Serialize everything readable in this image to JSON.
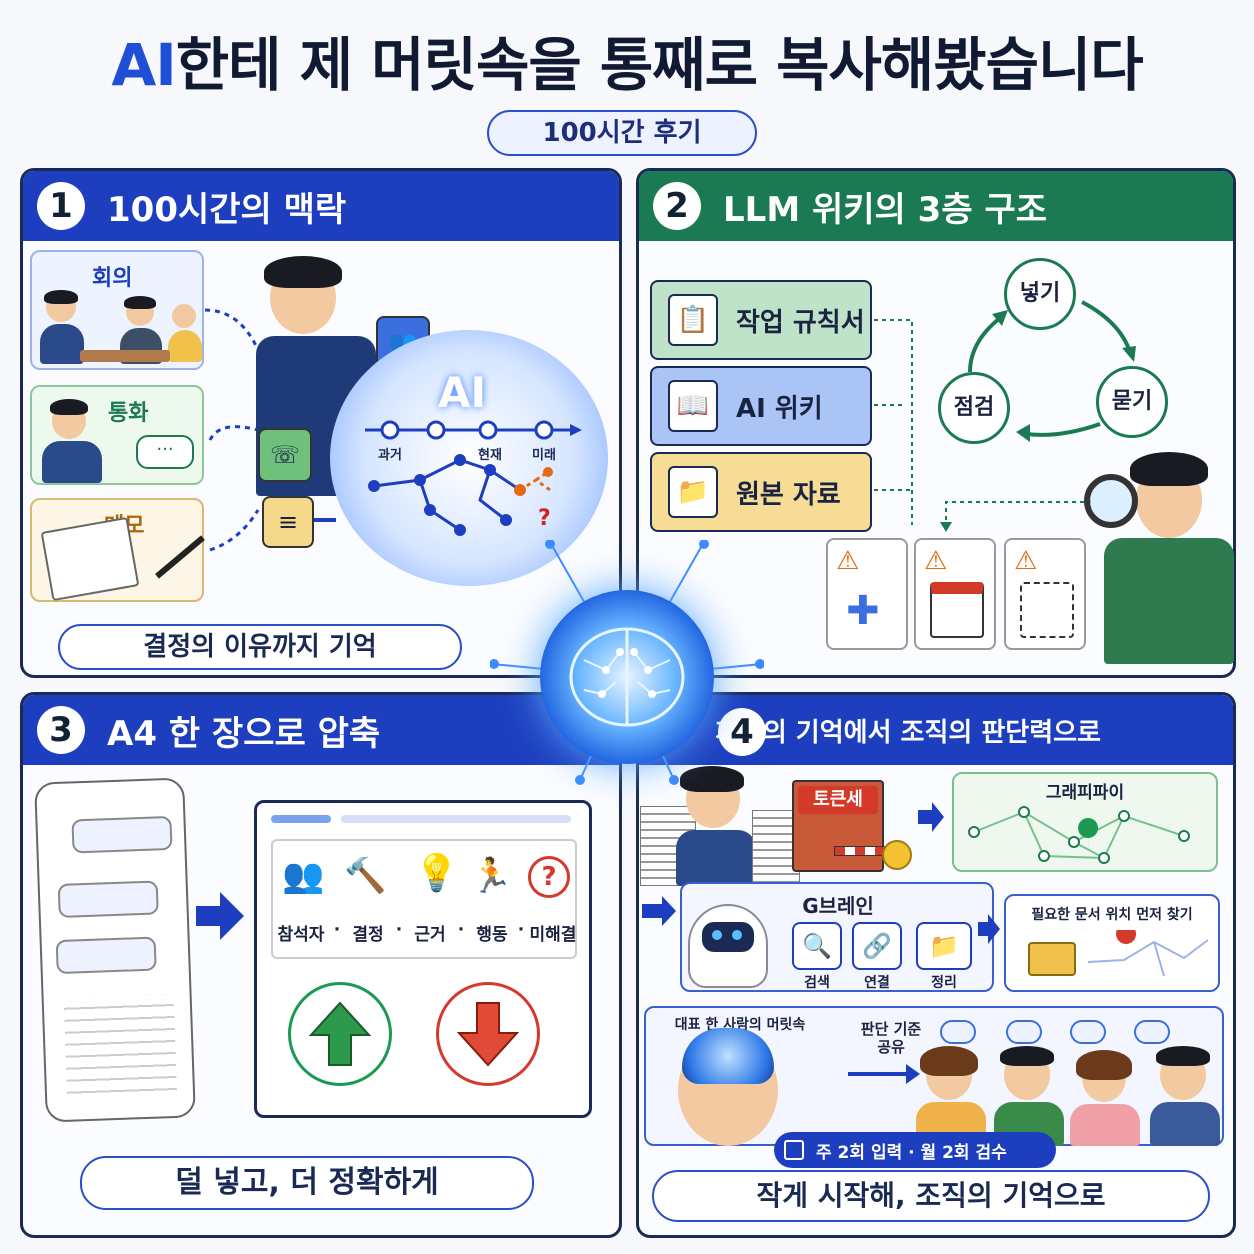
{
  "header": {
    "title_ai": "AI",
    "title_rest": "한테 제 머릿속을 통째로 복사해봤습니다",
    "subtitle": "100시간 후기"
  },
  "panel1": {
    "number": "1",
    "title": "100시간의 맥락",
    "sources": [
      "회의",
      "통화",
      "메모"
    ],
    "cloud_label": "AI",
    "timeline": [
      "과거",
      "현재",
      "미래"
    ],
    "unknown_mark": "?",
    "footer": "결정의 이유까지 기억"
  },
  "panel2": {
    "number": "2",
    "title": "LLM 위키의 3층 구조",
    "layers": [
      "작업 규칙서",
      "AI 위키",
      "원본 자료"
    ],
    "cycle": [
      "넣기",
      "묻기",
      "점검"
    ]
  },
  "panel3": {
    "number": "3",
    "title": "A4 한 장으로 압축",
    "keywords": [
      "참석자",
      "결정",
      "근거",
      "행동",
      "미해결"
    ],
    "separator": "·",
    "footer": "덜 넣고, 더 정확하게"
  },
  "panel4": {
    "number": "4",
    "title": "개인의 기억에서 조직의 판단력으로",
    "token_tax": "토큰세",
    "graphify": "그래피파이",
    "gbrain": "G브레인",
    "gbrain_steps": [
      "검색",
      "연결",
      "정리"
    ],
    "find_first": "필요한 문서 위치 먼저 찾기",
    "ceo_label": "대표 한 사람의 머릿속",
    "share_label_1": "판단 기준",
    "share_label_2": "공유",
    "schedule": "주 2회 입력 · 월 2회 검수",
    "footer": "작게 시작해, 조직의 기억으로"
  },
  "colors": {
    "blue": "#1d3fbf",
    "green": "#1b7a52",
    "orange": "#e36a12"
  }
}
